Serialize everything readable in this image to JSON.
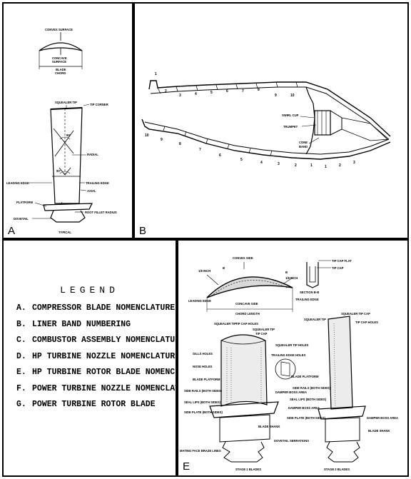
{
  "panel_a": {
    "label": "A",
    "top_labels": [
      "CONVEX SURFACE",
      "CONCAVE",
      "SURFACE",
      "BLADE",
      "CHORD"
    ],
    "blade_labels": {
      "squealer_tip": "SQUEALER TIP",
      "tip_corner": "TIP CORNER",
      "angle_top": "90°",
      "radial": "RADIAL",
      "angle_bottom": "90°",
      "leading_edge": "LEADING EDGE",
      "trailing_edge": "TRAILING EDGE",
      "axial": "AXIAL",
      "platform": "PLATFORM",
      "root_fillet_radius": "ROOT FILLET RADIUS",
      "dovetail": "DOVETAIL",
      "typical": "TYPICAL"
    }
  },
  "panel_b": {
    "label": "B",
    "top_numbers": [
      "1",
      "2",
      "3",
      "4",
      "5",
      "6",
      "7",
      "8",
      "9",
      "10"
    ],
    "bottom_numbers": [
      "10",
      "9",
      "8",
      "7",
      "6",
      "5",
      "4",
      "3",
      "2",
      "1"
    ],
    "right_numbers": [
      "1",
      "2",
      "3"
    ],
    "swirl_cup": "SWIRL CUP",
    "trumpet": "TRUMPET",
    "cone": "CONE",
    "band": "BAND"
  },
  "legend": {
    "title": "LEGEND",
    "items": [
      {
        "key": "A.",
        "text": "COMPRESSOR BLADE NOMENCLATURE"
      },
      {
        "key": "B.",
        "text": "LINER BAND NUMBERING"
      },
      {
        "key": "C.",
        "text": "COMBUSTOR ASSEMBLY NOMENCLATURE"
      },
      {
        "key": "D.",
        "text": "HP TURBINE NOZZLE NOMENCLATURE"
      },
      {
        "key": "E.",
        "text": "HP TURBINE ROTOR BLADE NOMENCLATURE"
      },
      {
        "key": "F.",
        "text": "POWER TURBINE NOZZLE NOMENCLATURE"
      },
      {
        "key": "G.",
        "text": "POWER TURBINE ROTOR BLADE"
      }
    ]
  },
  "panel_e": {
    "label": "E",
    "convex_side": "CONVEX SIDE",
    "section_marks": [
      "B",
      "B"
    ],
    "inch_left": "1/8 INCH",
    "inch_right": "1/8 INCH",
    "leading_edge": "LEADING EDGE",
    "trailing_edge": "TRAILING EDGE",
    "concave_side": "CONCAVE SIDE",
    "chord_length": "CHORD LENGTH",
    "tip_cap_flat": "TIP CAP FLAT",
    "tip_cap": "TIP CAP",
    "section_bb": "SECTION B-B",
    "left_labels": [
      "SQUEALER TIP",
      "TIP CAP HOLES",
      "SQUEALER TIP",
      "TIP CAP",
      "GILLS HOLES",
      "NOSE HOLES",
      "SQUEALER TIP HOLES",
      "TRAILING EDGE HOLES",
      "BLADE PLATFORM",
      "SIDE RAILS (BOTH SIDES)",
      "SEAL LIPS (BOTH SIDES)",
      "SIDE PLATE (BOTH SIDES)",
      "DAMPER BOSS AREA",
      "BLADE SHANK",
      "DOVETAIL SERRATIONS",
      "MATING FACE BRAZE LINES"
    ],
    "right_labels": [
      "SQUEALER TIP CAP",
      "TIP CAP HOLES",
      "SQUEALER TIP",
      "BLADE PLATFORM",
      "SIDE RAILS (BOTH SIDES)",
      "SEAL LIPS (BOTH SIDES)",
      "DAMPER BOSS AREA",
      "SIDE PLATE (BOTH SIDES)",
      "DAMPER BOSS AREA",
      "BLADE SHANK"
    ],
    "stage1": "STAGE 1 BLADES",
    "stage2": "STAGE 2 BLADES"
  }
}
